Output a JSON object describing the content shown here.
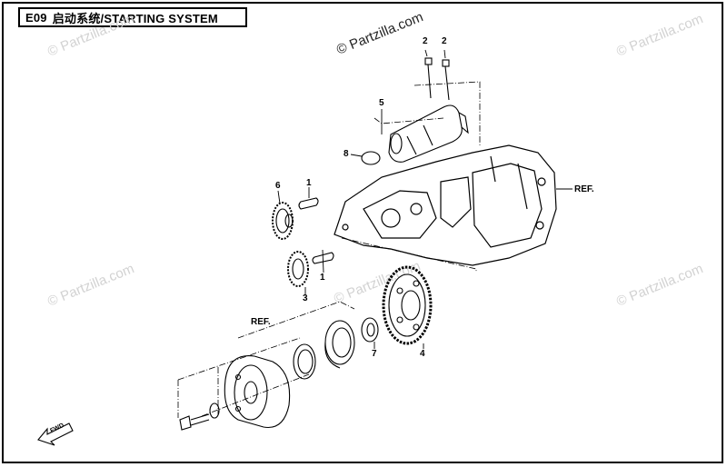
{
  "title": {
    "code": "E09",
    "name": "启动系统/STARTING SYSTEM"
  },
  "watermarks": [
    "© Partzilla.com"
  ],
  "callouts": [
    "1",
    "1",
    "2",
    "2",
    "3",
    "4",
    "5",
    "6",
    "7",
    "8"
  ],
  "refs": [
    "REF.",
    "REF."
  ],
  "fwd_label": "FWD"
}
